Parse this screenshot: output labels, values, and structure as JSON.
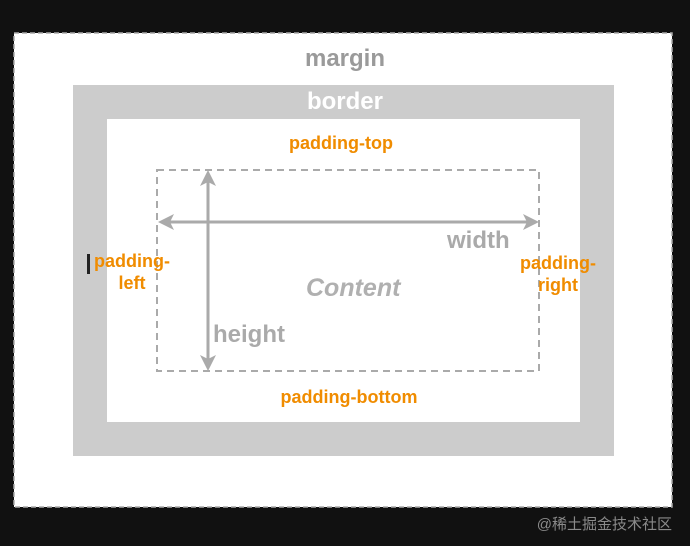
{
  "labels": {
    "margin": "margin",
    "border": "border",
    "padding_top": "padding-top",
    "padding_left": "padding-\nleft",
    "padding_right": "padding-\nright",
    "padding_bottom": "padding-bottom",
    "content": "Content",
    "width": "width",
    "height": "height"
  },
  "watermark": "@稀土掘金技术社区",
  "colors": {
    "background": "#111111",
    "margin_fill": "#ffffff",
    "border_fill": "#cccccc",
    "padding_label": "#f08c00",
    "gray_label": "#9a9a9a"
  }
}
